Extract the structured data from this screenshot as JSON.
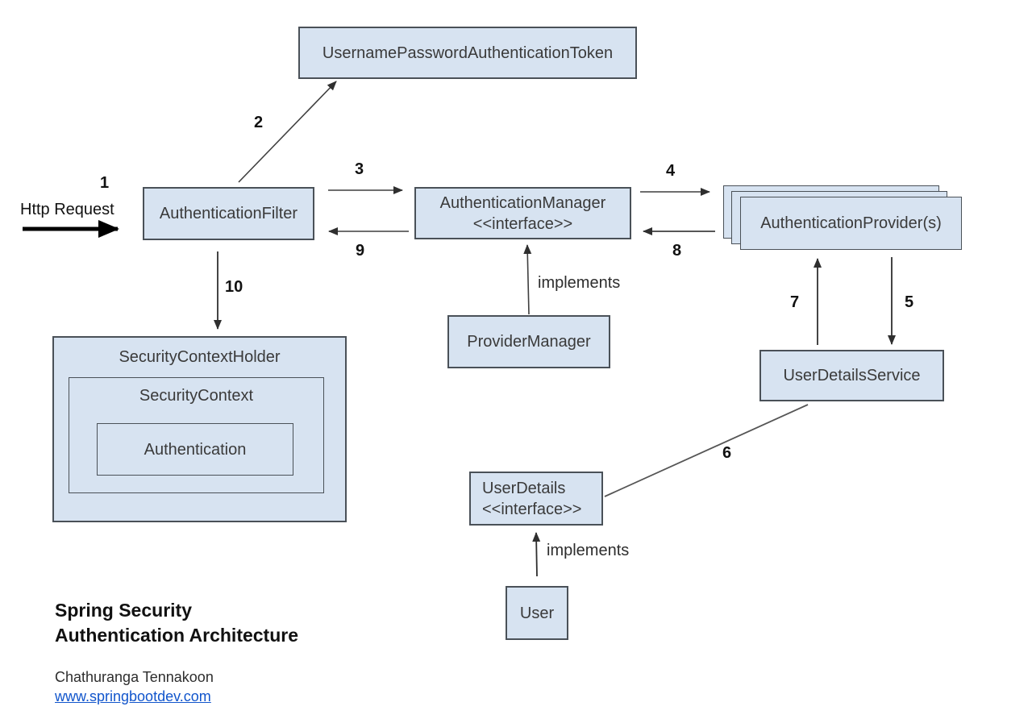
{
  "diagram": {
    "title_line1": "Spring Security",
    "title_line2": "Authentication Architecture",
    "author": "Chathuranga Tennakoon",
    "website": "www.springbootdev.com",
    "colors": {
      "node_fill": "#d7e3f1",
      "node_border": "#4a5158",
      "edge_stroke": "#3f3f3f",
      "link_text": "#1155cc"
    },
    "nodes": {
      "token": {
        "label": "UsernamePasswordAuthenticationToken"
      },
      "filter": {
        "label": "AuthenticationFilter"
      },
      "manager": {
        "label": "AuthenticationManager",
        "stereotype": "<<interface>>"
      },
      "providers": {
        "label": "AuthenticationProvider(s)"
      },
      "provider_manager": {
        "label": "ProviderManager"
      },
      "user_details_service": {
        "label": "UserDetailsService"
      },
      "user_details": {
        "label": "UserDetails",
        "stereotype": "<<interface>>"
      },
      "user": {
        "label": "User"
      },
      "security_context_holder": {
        "label": "SecurityContextHolder"
      },
      "security_context": {
        "label": "SecurityContext"
      },
      "authentication": {
        "label": "Authentication"
      }
    },
    "edge_labels": {
      "http_request": "Http Request",
      "step1": "1",
      "step2": "2",
      "step3": "3",
      "step4": "4",
      "step5": "5",
      "step6": "6",
      "step7": "7",
      "step8": "8",
      "step9": "9",
      "step10": "10",
      "implements_manager": "implements",
      "implements_user": "implements"
    }
  }
}
